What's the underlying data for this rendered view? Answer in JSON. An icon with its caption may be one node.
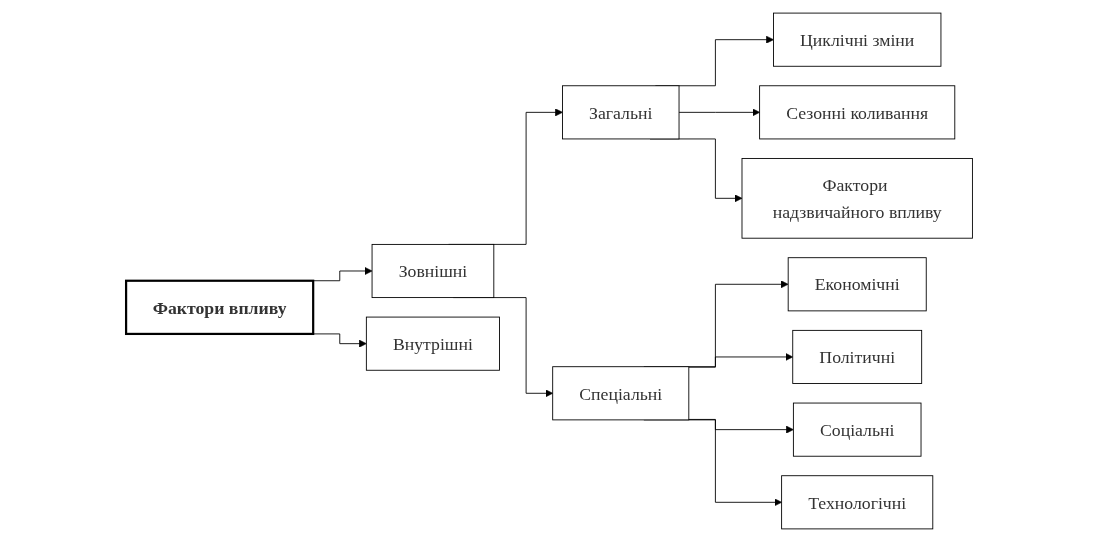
{
  "diagram": {
    "nodes": [
      {
        "text": [
          "Фактори впливу"
        ]
      },
      {
        "text": [
          "Зовнішні"
        ]
      },
      {
        "text": [
          "Внутрішні"
        ]
      },
      {
        "text": [
          "Загальні"
        ]
      },
      {
        "text": [
          "Спеціальні"
        ]
      },
      {
        "text": [
          "Циклічні зміни"
        ]
      },
      {
        "text": [
          "Сезонні коливання"
        ]
      },
      {
        "text": [
          "Фактори надзвичайного впливу"
        ]
      },
      {
        "text": [
          "Економічні"
        ]
      },
      {
        "text": [
          "Політичні"
        ]
      },
      {
        "text": [
          "Соціальні"
        ]
      },
      {
        "text": [
          "Технологічні"
        ]
      }
    ],
    "edges": [
      {
        "from": 0,
        "to": 1,
        "arrow": "to"
      },
      {
        "from": 0,
        "to": 2,
        "arrow": "to"
      },
      {
        "from": 1,
        "to": 3,
        "arrow": "to"
      },
      {
        "from": 1,
        "to": 4,
        "arrow": "to"
      },
      {
        "from": 3,
        "to": 5,
        "arrow": "to"
      },
      {
        "from": 3,
        "to": 6,
        "arrow": "to"
      },
      {
        "from": 3,
        "to": 7,
        "arrow": "to"
      },
      {
        "from": 4,
        "to": 8,
        "arrow": "to"
      },
      {
        "from": 4,
        "to": 9,
        "arrow": "to"
      },
      {
        "from": 4,
        "to": 10,
        "arrow": "to"
      },
      {
        "from": 4,
        "to": 11,
        "arrow": "to"
      }
    ]
  }
}
